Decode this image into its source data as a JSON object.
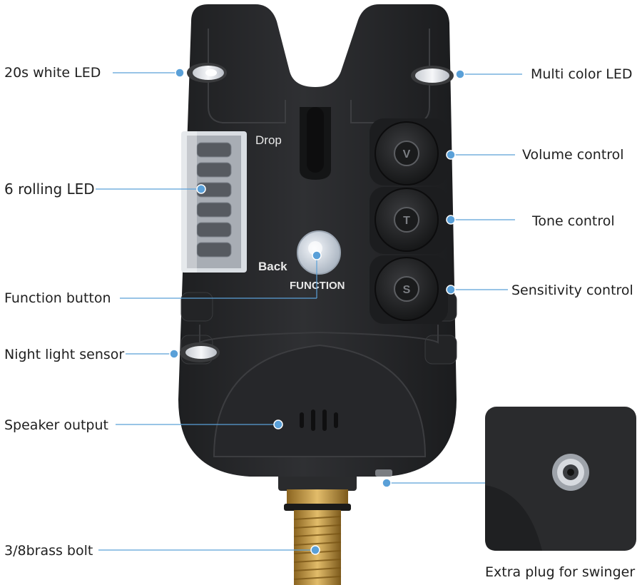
{
  "device": {
    "drop_label": "Drop",
    "back_label": "Back",
    "function_label": "FUNCTION",
    "button_letters": [
      "V",
      "T",
      "S"
    ]
  },
  "callouts": {
    "white_led": "20s white LED",
    "multi_led": "Multi color LED",
    "volume": "Volume control",
    "rolling_led": "6 rolling LED",
    "tone": "Tone control",
    "function": "Function button",
    "sensitivity": "Sensitivity control",
    "night_sensor": "Night light sensor",
    "speaker": "Speaker output",
    "bolt": "3/8brass bolt",
    "swinger": "Extra plug for swinger"
  },
  "colors": {
    "body": "#2b2c2e",
    "leader": "#5aa0d8",
    "brass": "#c9a04a"
  }
}
